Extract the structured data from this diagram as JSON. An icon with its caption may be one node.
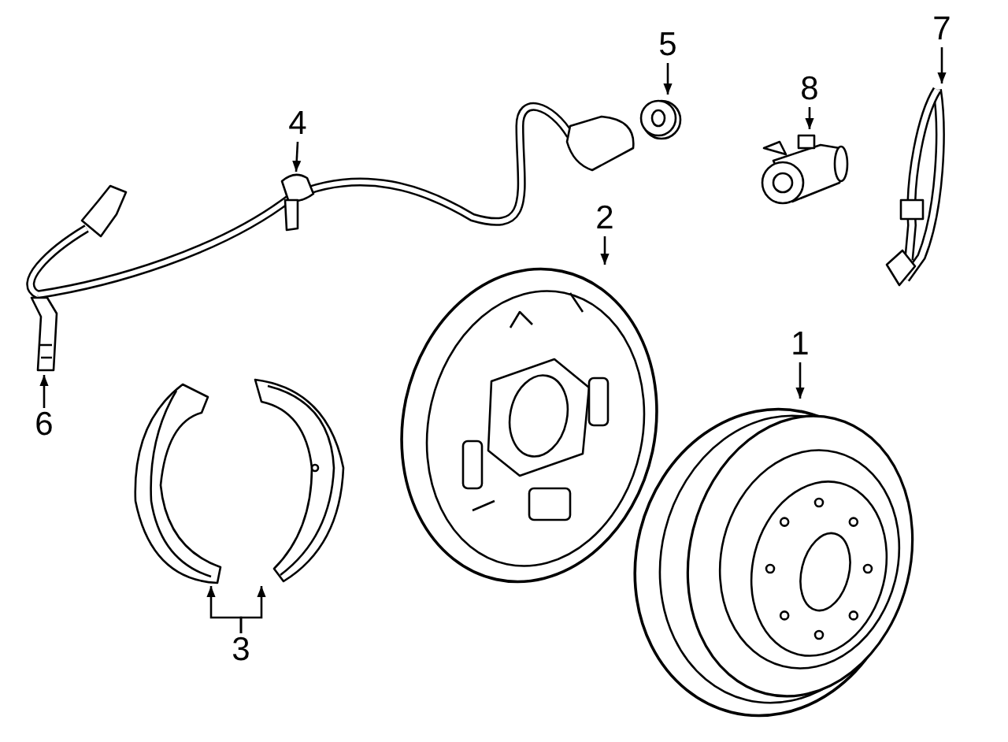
{
  "diagram": {
    "nodes": [
      {
        "text": [
          "7"
        ]
      },
      {
        "text": [
          "5"
        ]
      },
      {
        "text": [
          "8"
        ]
      },
      {
        "text": [
          "4"
        ]
      },
      {
        "text": [
          "2"
        ]
      },
      {
        "text": [
          "1"
        ]
      },
      {
        "text": [
          "6"
        ]
      },
      {
        "text": [
          "3"
        ]
      },
      {
        "text": [],
        "shape": "picture"
      },
      {
        "text": [],
        "shape": "picture"
      },
      {
        "text": [],
        "shape": "picture"
      },
      {
        "text": [],
        "shape": "picture"
      },
      {
        "text": [],
        "shape": "picture"
      },
      {
        "text": [],
        "shape": "picture"
      },
      {
        "text": [],
        "shape": "picture"
      },
      {
        "text": [],
        "shape": "picture"
      },
      {
        "text": [],
        "shape": "picture"
      }
    ],
    "edges": [
      {
        "from": 0,
        "to": 8,
        "arrow": "to"
      },
      {
        "from": 1,
        "to": 9,
        "arrow": "to"
      },
      {
        "from": 2,
        "to": 10,
        "arrow": "to"
      },
      {
        "from": 3,
        "to": 11,
        "arrow": "to"
      },
      {
        "from": 4,
        "to": 13,
        "arrow": "to"
      },
      {
        "from": 5,
        "to": 14,
        "arrow": "to"
      },
      {
        "from": 6,
        "to": 12,
        "arrow": "to"
      },
      {
        "from": 7,
        "to": 15,
        "arrow": "to"
      },
      {
        "from": 7,
        "to": 16,
        "arrow": "to"
      }
    ]
  }
}
